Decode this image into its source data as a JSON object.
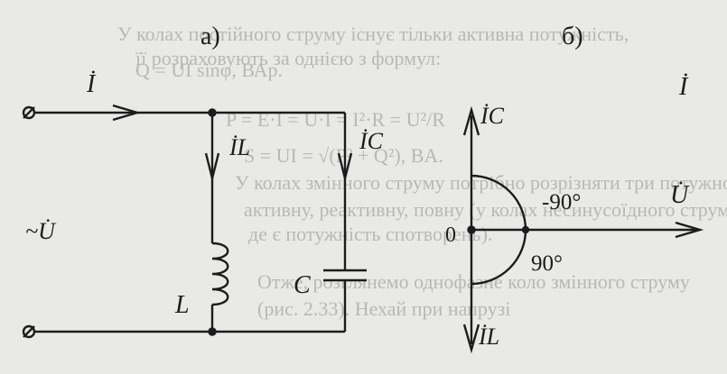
{
  "panel_a_label": "а)",
  "panel_b_label": "б)",
  "circuit": {
    "current_total": "İ",
    "voltage": "~U̇",
    "current_L": "İL",
    "current_C": "İC",
    "inductor": "L",
    "capacitor": "C"
  },
  "phasor": {
    "current_C": "İC",
    "current_L": "İL",
    "current_total": "İ",
    "voltage": "U̇",
    "origin": "0",
    "angle_upper": "-90°",
    "angle_lower": "90°"
  },
  "background_text": [
    "У колах постійного струму існує тільки активна потужність,",
    "її розраховують за однією з формул:",
    "P = E·I = U·I = I²·R = U²/R",
    "Q = UI sinφ, ВАр.",
    "S = UI = √(P² + Q²), BA.",
    "У колах змінного струму потрібно розрізняти три потужності:",
    "активну, реактивну, повну (у колах несинусоїдного струму),",
    "де є потужність спотворень).",
    "Отже, розглянемо однофазне коло змінного струму",
    "(рис. 2.33). Нехай при напрузі"
  ],
  "colors": {
    "ink": "#1c1c1c",
    "paper": "#e9e9e7",
    "bleed": "#b8b8b6"
  }
}
